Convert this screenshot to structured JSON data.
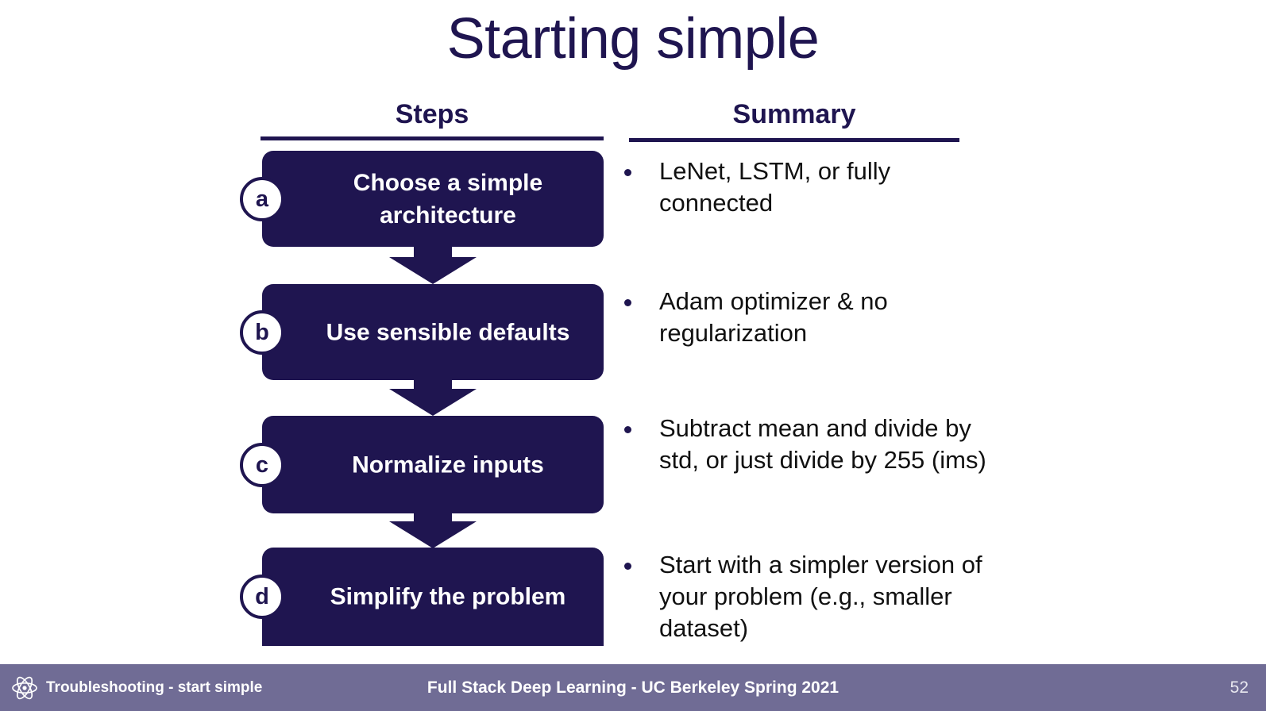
{
  "slide": {
    "title": "Starting simple",
    "accent_navy": "#1f1550",
    "footer_bar_color": "#706c95",
    "background": "#ffffff"
  },
  "columns": {
    "steps_header": "Steps",
    "summary_header": "Summary"
  },
  "steps": [
    {
      "badge": "a",
      "label": "Choose a simple architecture"
    },
    {
      "badge": "b",
      "label": "Use sensible defaults"
    },
    {
      "badge": "c",
      "label": "Normalize inputs"
    },
    {
      "badge": "d",
      "label": "Simplify the problem"
    }
  ],
  "summary_bullets": [
    "LeNet, LSTM, or fully connected",
    "Adam optimizer & no regularization",
    "Subtract mean and divide by std, or just divide by 255 (ims)",
    "Start with a simpler version of your problem (e.g., smaller dataset)"
  ],
  "footer": {
    "icon": "atom-icon",
    "left_text": "Troubleshooting - start simple",
    "center_text": "Full Stack Deep Learning - UC Berkeley Spring 2021",
    "page_number": "52"
  }
}
